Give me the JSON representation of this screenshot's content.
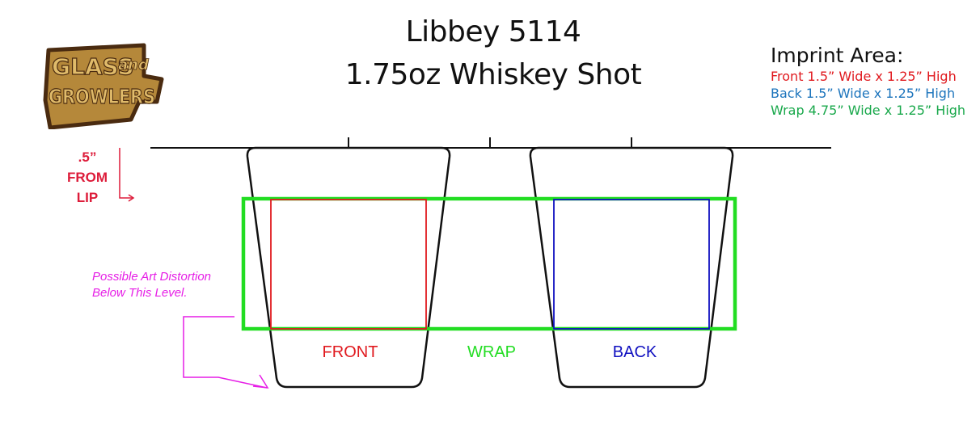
{
  "logo": {
    "line1": "GLASS",
    "line1_small": "and",
    "line2": "GROWLERS",
    "colors": {
      "fill": "#b5883a",
      "outline": "#4a2b10",
      "highlight": "#e0bb6a"
    }
  },
  "title": {
    "line1": "Libbey 5114",
    "line2": "1.75oz Whiskey Shot"
  },
  "imprint": {
    "heading": "Imprint Area:",
    "rows": [
      {
        "text": "Front 1.5” Wide x 1.25” High",
        "color": "#e0191e"
      },
      {
        "text": "Back 1.5” Wide x 1.25” High",
        "color": "#1c74bc"
      },
      {
        "text": "Wrap 4.75” Wide x 1.25” High",
        "color": "#19a84b"
      }
    ]
  },
  "lip_note": {
    "line1": ".5”",
    "line2": "FROM",
    "line3": "LIP",
    "color": "#dd1c3a"
  },
  "distortion_note": {
    "line1": "Possible Art Distortion",
    "line2": "Below This Level.",
    "color": "#e61ee6"
  },
  "zones": {
    "front": {
      "label": "FRONT",
      "color": "#e0191e"
    },
    "wrap": {
      "label": "WRAP",
      "color": "#22dd22"
    },
    "back": {
      "label": "BACK",
      "color": "#1010c0"
    }
  },
  "outline_color": "#111111"
}
